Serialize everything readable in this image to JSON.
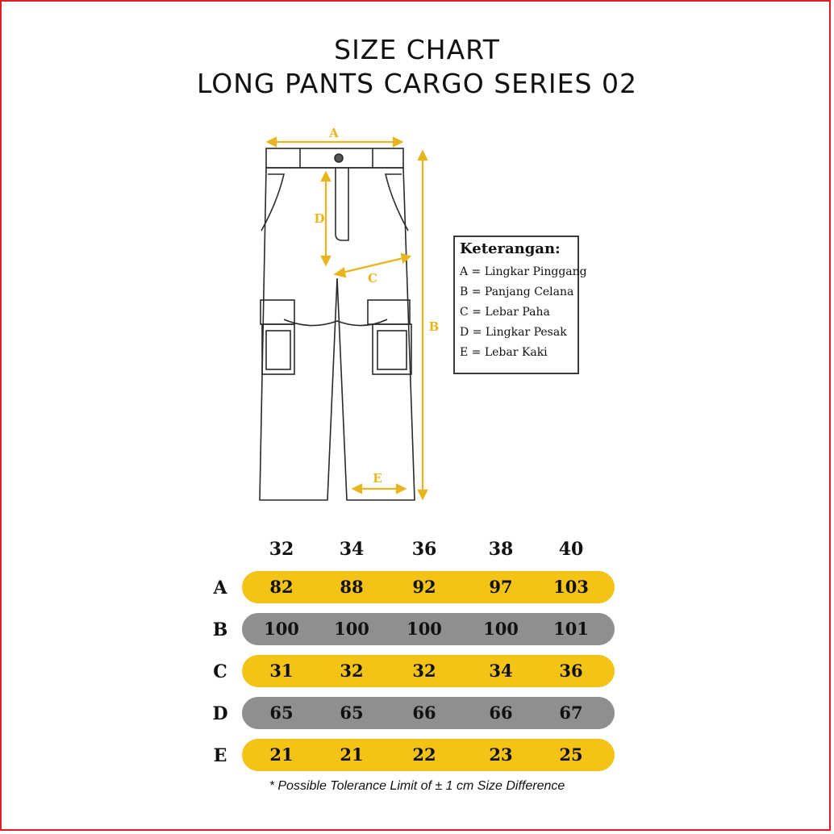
{
  "title": {
    "line1": "SIZE CHART",
    "line2": "LONG PANTS CARGO SERIES 02"
  },
  "diagram": {
    "labels": {
      "a": "A",
      "b": "B",
      "c": "C",
      "d": "D",
      "e": "E"
    },
    "accent_color": "#e8b51e",
    "outline_color": "#2a2a2a"
  },
  "legend": {
    "title": "Keterangan:",
    "items": [
      "A = Lingkar Pinggang",
      "B = Panjang Celana",
      "C = Lebar Paha",
      "D = Lingkar Pesak",
      "E = Lebar Kaki"
    ]
  },
  "chart_data": {
    "type": "table",
    "columns": [
      "32",
      "34",
      "36",
      "38",
      "40"
    ],
    "rows": [
      {
        "label": "A",
        "values": [
          82,
          88,
          92,
          97,
          103
        ],
        "color": "#f3c316"
      },
      {
        "label": "B",
        "values": [
          100,
          100,
          100,
          100,
          101
        ],
        "color": "#8f8f91"
      },
      {
        "label": "C",
        "values": [
          31,
          32,
          32,
          34,
          36
        ],
        "color": "#f3c316"
      },
      {
        "label": "D",
        "values": [
          65,
          65,
          66,
          66,
          67
        ],
        "color": "#8f8f91"
      },
      {
        "label": "E",
        "values": [
          21,
          21,
          22,
          23,
          25
        ],
        "color": "#f3c316"
      }
    ]
  },
  "note": "* Possible Tolerance Limit of ± 1 cm Size Difference",
  "colors": {
    "frame": "#e11d2a",
    "yellow": "#f3c316",
    "gray": "#8f8f91"
  }
}
